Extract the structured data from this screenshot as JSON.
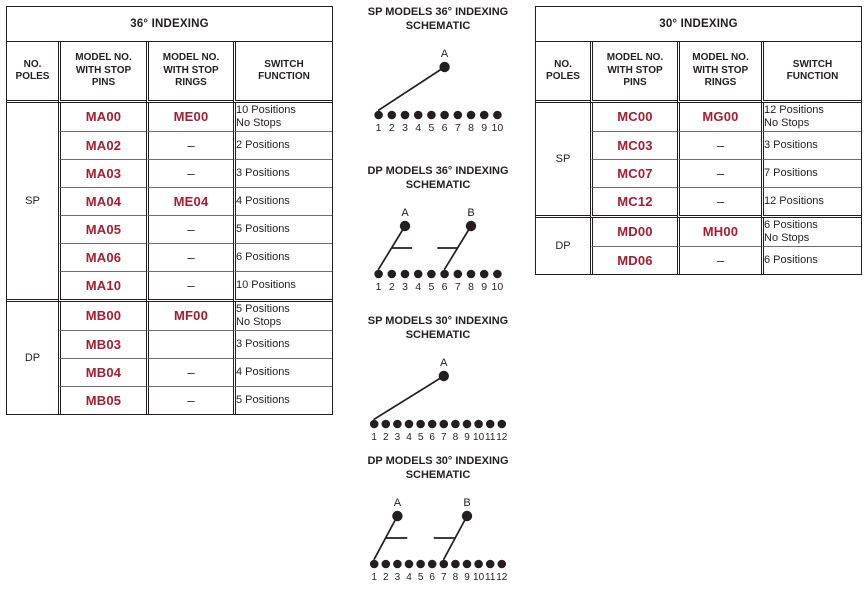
{
  "colors": {
    "model_red": "#a81c30",
    "ink": "#231f20",
    "rule": "#6d6e71"
  },
  "tables": [
    {
      "id": "indexing-36",
      "title": "36° INDEXING",
      "headers": {
        "poles": [
          "NO.",
          "POLES"
        ],
        "stop_pins": [
          "MODEL NO.",
          "WITH STOP",
          "PINS"
        ],
        "stop_rings": [
          "MODEL NO.",
          "WITH STOP",
          "RINGS"
        ],
        "function": [
          "SWITCH",
          "FUNCTION"
        ]
      },
      "groups": [
        {
          "poles": "SP",
          "rows": [
            {
              "pins": "MA00",
              "rings": "ME00",
              "function": "10 Positions",
              "function2": "No Stops"
            },
            {
              "pins": "MA02",
              "rings": "–",
              "function": "2 Positions",
              "function2": ""
            },
            {
              "pins": "MA03",
              "rings": "–",
              "function": "3 Positions",
              "function2": ""
            },
            {
              "pins": "MA04",
              "rings": "ME04",
              "function": "4 Positions",
              "function2": ""
            },
            {
              "pins": "MA05",
              "rings": "–",
              "function": "5 Positions",
              "function2": ""
            },
            {
              "pins": "MA06",
              "rings": "–",
              "function": "6 Positions",
              "function2": ""
            },
            {
              "pins": "MA10",
              "rings": "–",
              "function": "10 Positions",
              "function2": ""
            }
          ]
        },
        {
          "poles": "DP",
          "rows": [
            {
              "pins": "MB00",
              "rings": "MF00",
              "function": "5 Positions",
              "function2": "No Stops"
            },
            {
              "pins": "MB03",
              "rings": "",
              "function": "3 Positions",
              "function2": ""
            },
            {
              "pins": "MB04",
              "rings": "–",
              "function": "4 Positions",
              "function2": ""
            },
            {
              "pins": "MB05",
              "rings": "–",
              "function": "5 Positions",
              "function2": ""
            }
          ]
        }
      ]
    },
    {
      "id": "indexing-30",
      "title": "30° INDEXING",
      "headers": {
        "poles": [
          "NO.",
          "POLES"
        ],
        "stop_pins": [
          "MODEL NO.",
          "WITH STOP",
          "PINS"
        ],
        "stop_rings": [
          "MODEL NO.",
          "WITH STOP",
          "RINGS"
        ],
        "function": [
          "SWITCH",
          "FUNCTION"
        ]
      },
      "groups": [
        {
          "poles": "SP",
          "rows": [
            {
              "pins": "MC00",
              "rings": "MG00",
              "function": "12 Positions",
              "function2": "No Stops"
            },
            {
              "pins": "MC03",
              "rings": "–",
              "function": "3 Positions",
              "function2": ""
            },
            {
              "pins": "MC07",
              "rings": "–",
              "function": "7 Positions",
              "function2": ""
            },
            {
              "pins": "MC12",
              "rings": "–",
              "function": "12 Positions",
              "function2": ""
            }
          ]
        },
        {
          "poles": "DP",
          "rows": [
            {
              "pins": "MD00",
              "rings": "MH00",
              "function": "6 Positions",
              "function2": "No Stops"
            },
            {
              "pins": "MD06",
              "rings": "–",
              "function": "6 Positions",
              "function2": ""
            }
          ]
        }
      ]
    }
  ],
  "schematics": [
    {
      "id": "sp-36",
      "title_line1": "SP MODELS 36°  INDEXING",
      "title_line2": "SCHEMATIC",
      "poles": [
        "A"
      ],
      "terminals": [
        "1",
        "2",
        "3",
        "4",
        "5",
        "6",
        "7",
        "8",
        "9",
        "10"
      ],
      "wiper_terminal": [
        1
      ],
      "pole_over_terminal": [
        6
      ],
      "tie_bar": false
    },
    {
      "id": "dp-36",
      "title_line1": "DP MODELS 36° INDEXING",
      "title_line2": "SCHEMATIC",
      "poles": [
        "A",
        "B"
      ],
      "terminals": [
        "1",
        "2",
        "3",
        "4",
        "5",
        "6",
        "7",
        "8",
        "9",
        "10"
      ],
      "wiper_terminal": [
        1,
        6
      ],
      "pole_over_terminal": [
        3,
        8
      ],
      "tie_bar": true
    },
    {
      "id": "sp-30",
      "title_line1": "SP MODELS 30°  INDEXING",
      "title_line2": "SCHEMATIC",
      "poles": [
        "A"
      ],
      "terminals": [
        "1",
        "2",
        "3",
        "4",
        "5",
        "6",
        "7",
        "8",
        "9",
        "10",
        "11",
        "12"
      ],
      "wiper_terminal": [
        1
      ],
      "pole_over_terminal": [
        7
      ],
      "tie_bar": false
    },
    {
      "id": "dp-30",
      "title_line1": "DP MODELS 30°  INDEXING",
      "title_line2": "SCHEMATIC",
      "poles": [
        "A",
        "B"
      ],
      "terminals": [
        "1",
        "2",
        "3",
        "4",
        "5",
        "6",
        "7",
        "8",
        "9",
        "10",
        "11",
        "12"
      ],
      "wiper_terminal": [
        1,
        7
      ],
      "pole_over_terminal": [
        3,
        9
      ],
      "tie_bar": true
    }
  ]
}
